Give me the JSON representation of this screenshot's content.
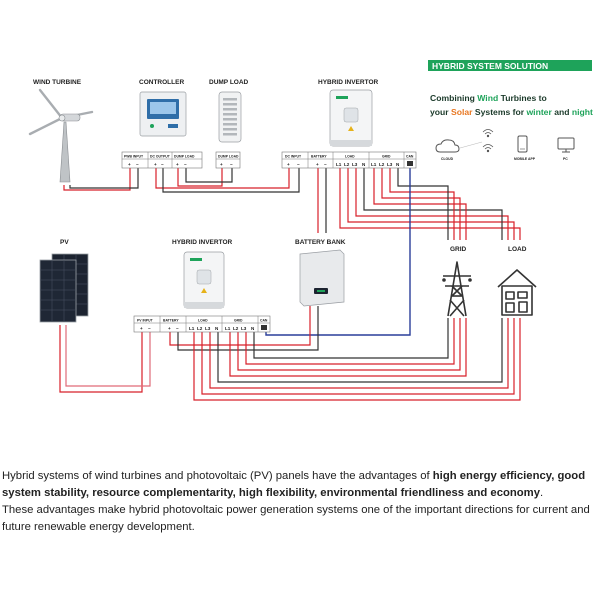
{
  "labels": {
    "wind_turbine": "WIND TURBINE",
    "controller": "CONTROLLER",
    "dump_load": "DUMP LOAD",
    "hybrid_invertor_top": "HYBRID INVERTOR",
    "pv": "PV",
    "hybrid_invertor_bottom": "HYBRID INVERTOR",
    "battery_bank": "BATTERY BANK",
    "grid": "GRID",
    "load": "LOAD"
  },
  "terminal_labels": {
    "controller": [
      "PWB INPUT",
      "DC OUTPUT",
      "DUMP LOAD"
    ],
    "dump_load": [
      "DUMP LOAD"
    ],
    "top_invertor": [
      "DC INPUT",
      "BATTERY",
      "LOAD",
      "GRID",
      "CAN"
    ],
    "bottom_invertor": [
      "PV INPUT",
      "BATTERY",
      "LOAD",
      "GRID",
      "CAN"
    ]
  },
  "promo": {
    "header": "HYBRID SYSTEM SOLUTION",
    "line1_a": "Combining ",
    "line1_b": "Wind",
    "line1_c": " Turbines to",
    "line2_a": "your ",
    "line2_b": "Solar",
    "line2_c": " Systems for ",
    "line2_d": "winter",
    "line2_e": " and ",
    "line2_f": "night",
    "icon_cloud": "CLOUD",
    "icon_app": "MOBILE APP",
    "icon_pc": "PC"
  },
  "caption": {
    "p1_plain": "Hybrid systems of wind turbines and photovoltaic (PV) panels have the advantages of ",
    "p1_bold": "high energy efficiency, good system stability, resource complementarity, high flexibility, environmental friendliness and economy",
    "p1_end": ".",
    "p2": "These advantages make hybrid photovoltaic power generation systems one of the important directions for current and future renewable energy development."
  },
  "colors": {
    "red_wire": "#d8202a",
    "black_wire": "#333333",
    "blue_wire": "#2a3f9a",
    "pink_wire": "#e06a78",
    "accent_green": "#1ea35a",
    "promo_orange": "#e87722"
  }
}
